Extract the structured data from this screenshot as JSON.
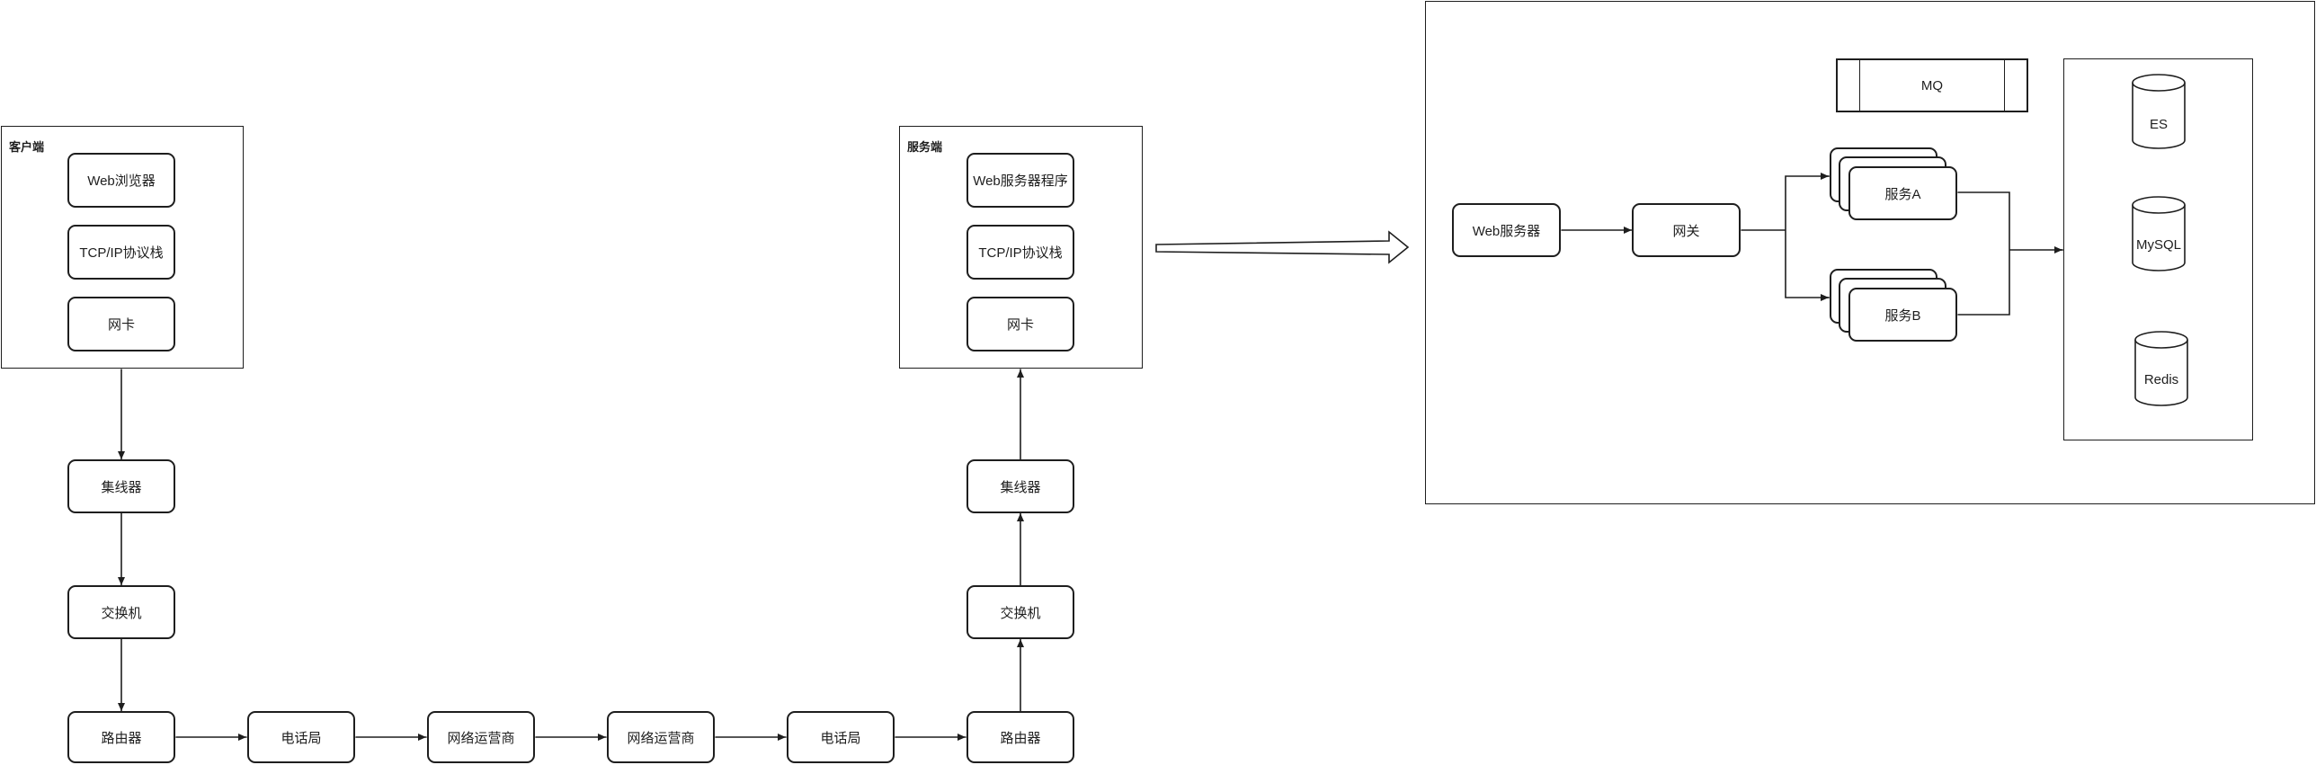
{
  "client_frame": {
    "title": "客户端"
  },
  "server_frame": {
    "title": "服务端"
  },
  "client_stack": {
    "browser": "Web浏览器",
    "tcpip": "TCP/IP协议栈",
    "nic": "网卡"
  },
  "server_stack": {
    "webapp": "Web服务器程序",
    "tcpip": "TCP/IP协议栈",
    "nic": "网卡"
  },
  "client_path": {
    "hub": "集线器",
    "switch": "交换机",
    "router": "路由器"
  },
  "server_path": {
    "hub": "集线器",
    "switch": "交换机",
    "router": "路由器"
  },
  "network": {
    "telecom_1": "电话局",
    "isp_1": "网络运营商",
    "isp_2": "网络运营商",
    "telecom_2": "电话局"
  },
  "architecture": {
    "web_server": "Web服务器",
    "gateway": "网关",
    "mq": "MQ",
    "service_a": "服务A",
    "service_b": "服务B",
    "storage": {
      "es": "ES",
      "mysql": "MySQL",
      "redis": "Redis"
    }
  },
  "colors": {
    "stroke": "#1e1e1e",
    "background": "#ffffff"
  }
}
